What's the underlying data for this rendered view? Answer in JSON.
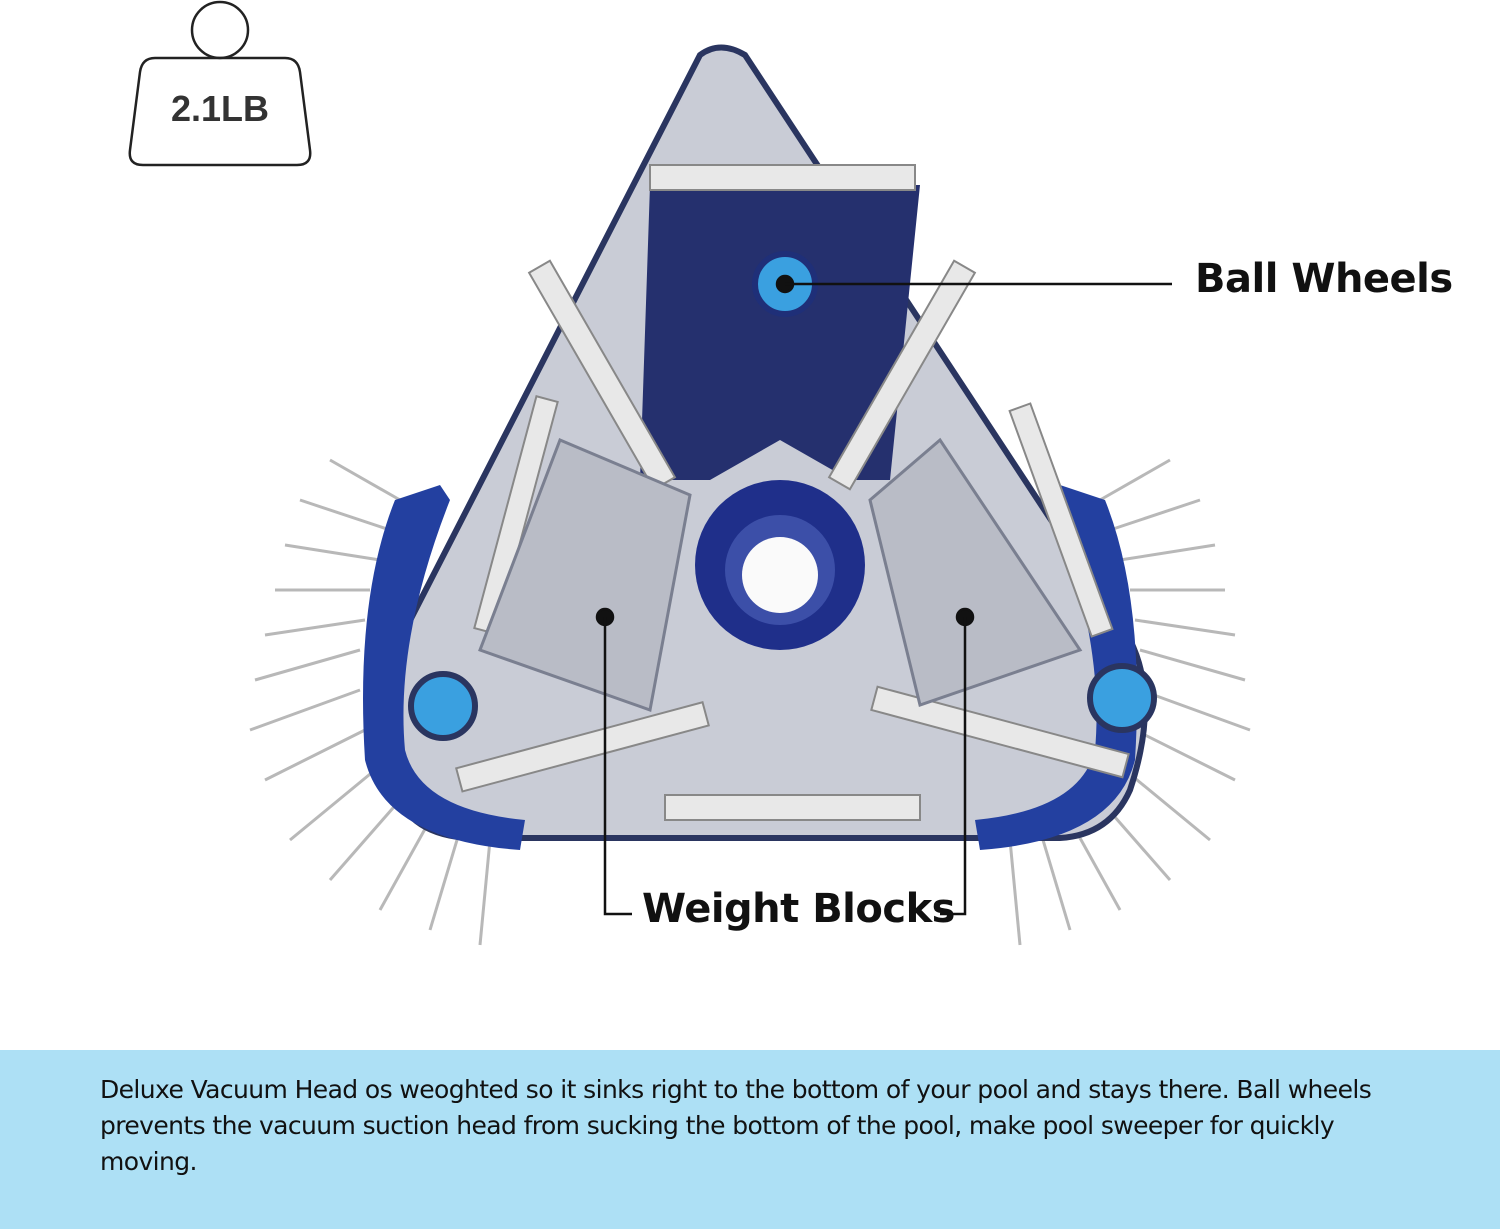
{
  "weight_badge": {
    "label": "2.1LB"
  },
  "callouts": {
    "ball_wheels": "Ball Wheels",
    "weight_blocks": "Weight Blocks"
  },
  "description": "Deluxe Vacuum Head os weoghted so it sinks right to the bottom of your pool and stays there. Ball wheels prevents the vacuum suction head from sucking the bottom of the pool, make pool sweeper for quickly moving.",
  "colors": {
    "band": "#ade0f5",
    "body_blue": "#1f2f78",
    "bumper_blue": "#2340a0",
    "wheel_blue": "#3aa0e0"
  }
}
